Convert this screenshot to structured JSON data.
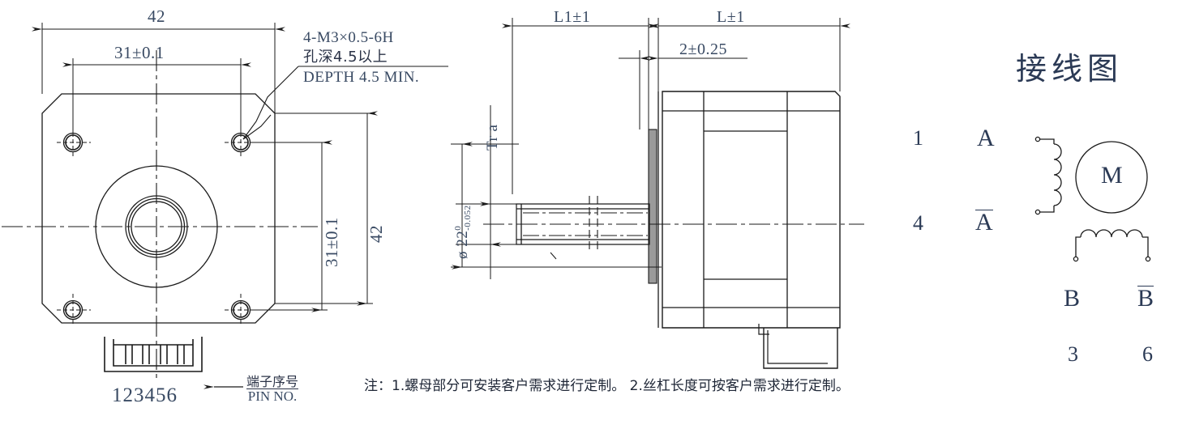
{
  "drawing": {
    "title": "NEMA17 42mm Linear Stepper Motor Outline Drawing",
    "front_view": {
      "name": "front-view",
      "dim_width_overall": "42",
      "dim_bolt_circle_horizontal": "31±0.1",
      "dim_bolt_circle_vertical": "31±0.1",
      "dim_height_overall": "42",
      "hole_callout_line1": "4-M3×0.5-6H",
      "hole_callout_line2": "孔深4.5以上",
      "hole_callout_line3": "DEPTH 4.5 MIN.",
      "pin_numbers": "123456",
      "pin_label_cn": "端子序号",
      "pin_label_en": "PIN NO."
    },
    "side_view": {
      "name": "side-view",
      "dim_screw_length": "L1±1",
      "dim_body_length": "L±1",
      "dim_flange_thickness": "2±0.25",
      "thread_callout": "Tr a",
      "dim_pilot_diameter_prefix": "ø 22",
      "dim_pilot_tol_upper": "0",
      "dim_pilot_tol_lower": "-0.052"
    },
    "wiring_diagram": {
      "name": "wiring-diagram",
      "title": "接线图",
      "pin_a": "1",
      "label_a": "A",
      "pin_a_bar": "4",
      "label_a_bar": "A",
      "label_b": "B",
      "pin_b": "3",
      "label_b_bar": "B",
      "pin_b_bar": "6",
      "motor_symbol": "M"
    },
    "notes": {
      "name": "drawing-notes",
      "text": "注：1.螺母部分可安装客户需求进行定制。  2.丝杠长度可按客户需求进行定制。"
    },
    "colors": {
      "line": "#1a1a1a",
      "dim_text": "#394a63",
      "cjk_text": "#2b3347",
      "background": "#ffffff"
    }
  }
}
